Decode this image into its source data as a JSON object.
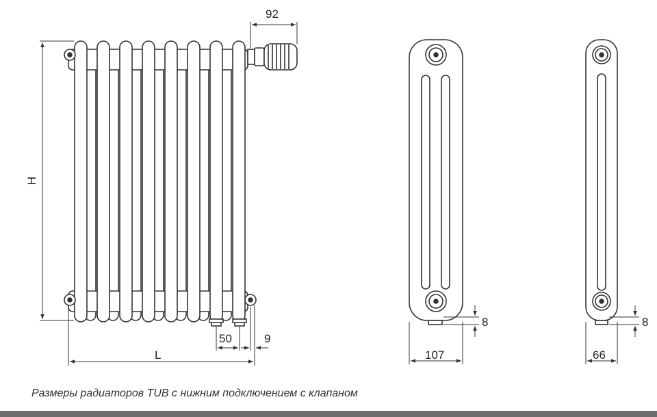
{
  "dimensions": {
    "valve_width": "92",
    "height": "H",
    "length": "L",
    "connection_spacing": "50",
    "connection_offset": "9",
    "depth_3col": "107",
    "depth_2col": "66",
    "pipe_height_3col": "8",
    "pipe_height_2col": "8"
  },
  "caption": "Размеры радиаторов TUB с нижним подключением с клапаном",
  "colors": {
    "line": "#333333",
    "tube_fill": "#ffffff",
    "footer_bar": "#6e6e6e"
  }
}
